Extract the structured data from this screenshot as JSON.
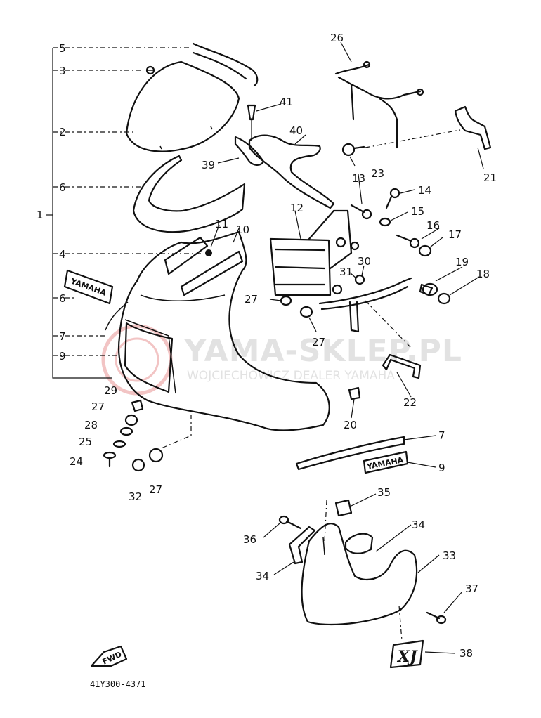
{
  "diagram_code": "41Y300-4371",
  "watermark": {
    "title": "YAMA-SKLEP.PL",
    "subtitle": "WOJCIECHOWICZ DEALER YAMAHA"
  },
  "decals": {
    "yamaha_left": "YAMAHA",
    "yamaha_right": "YAMAHA",
    "fwd": "FWD",
    "xj": "XJ"
  },
  "callouts": {
    "c1": "1",
    "c2": "2",
    "c3": "3",
    "c4": "4",
    "c5": "5",
    "c6a": "6",
    "c6b": "6",
    "c7a": "7",
    "c7b": "7",
    "c9a": "9",
    "c9b": "9",
    "c10": "10",
    "c11": "11",
    "c12": "12",
    "c13": "13",
    "c14": "14",
    "c15": "15",
    "c16": "16",
    "c17": "17",
    "c18": "18",
    "c19": "19",
    "c20": "20",
    "c21": "21",
    "c22": "22",
    "c23": "23",
    "c24": "24",
    "c25": "25",
    "c26": "26",
    "c27a": "27",
    "c27b": "27",
    "c27c": "27",
    "c27d": "27",
    "c28": "28",
    "c29": "29",
    "c30": "30",
    "c31": "31",
    "c32": "32",
    "c33": "33",
    "c34a": "34",
    "c34b": "34",
    "c35": "35",
    "c36": "36",
    "c37": "37",
    "c38": "38",
    "c39": "39",
    "c40": "40",
    "c41": "41"
  }
}
